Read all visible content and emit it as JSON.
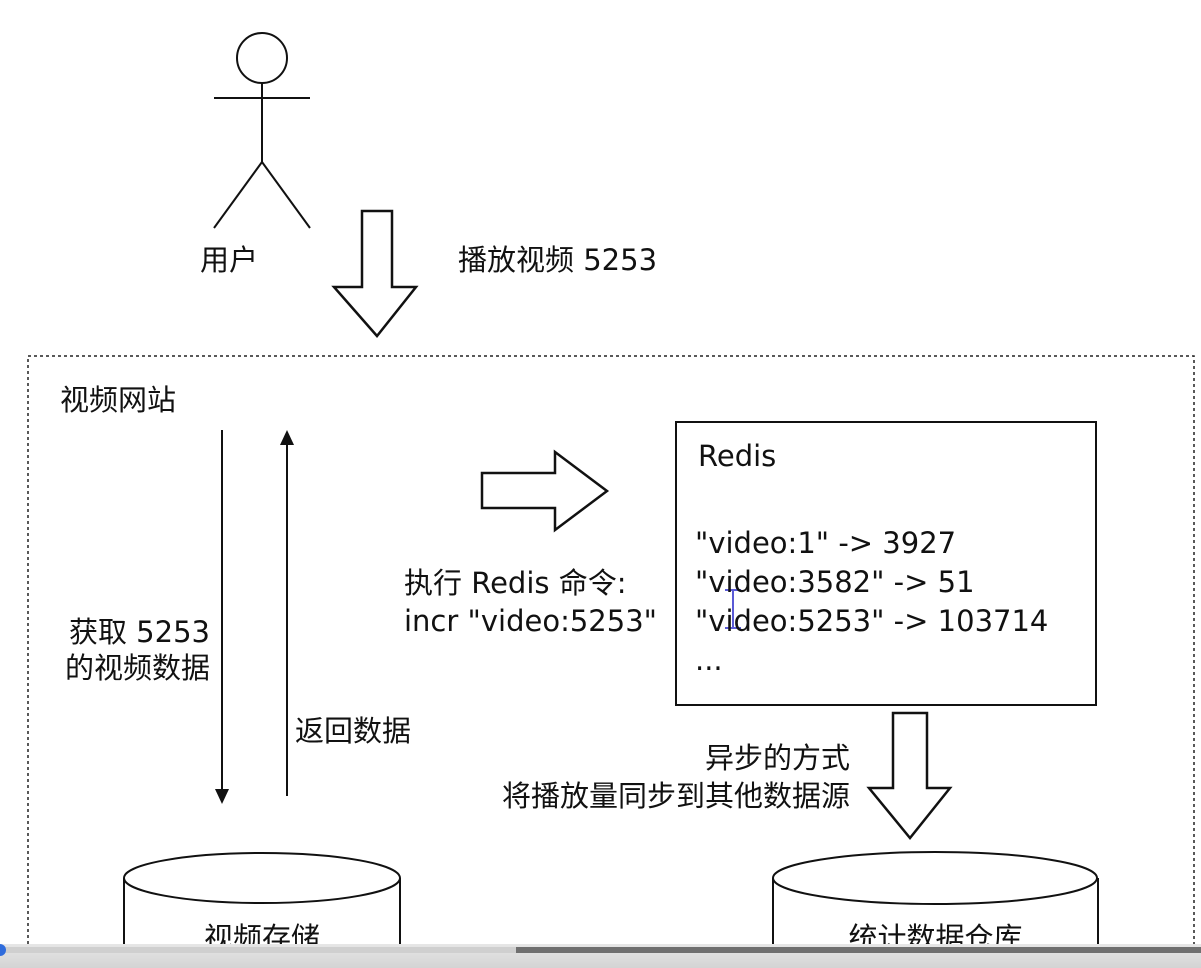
{
  "user": {
    "label": "用户"
  },
  "play_action": {
    "label": "播放视频 5253"
  },
  "website": {
    "label": "视频网站"
  },
  "fetch": {
    "line1": "获取 5253",
    "line2": "的视频数据"
  },
  "return_data": {
    "label": "返回数据"
  },
  "command": {
    "line1": "执行 Redis 命令:",
    "line2": "incr \"video:5253\""
  },
  "redis": {
    "title": "Redis",
    "entries": [
      "\"video:1\" -> 3927",
      "\"video:3582\" -> 51",
      "\"video:5253\" -> 103714",
      "..."
    ]
  },
  "sync": {
    "line1": "异步的方式",
    "line2": "将播放量同步到其他数据源"
  },
  "video_storage": {
    "label": "视频存储"
  },
  "stats_warehouse": {
    "label": "统计数据仓库"
  },
  "video_player": {
    "progress_fraction": 0.43
  },
  "colors": {
    "stroke": "#111111",
    "knob": "#2f6cdc",
    "cursor": "#5a5ad6"
  }
}
